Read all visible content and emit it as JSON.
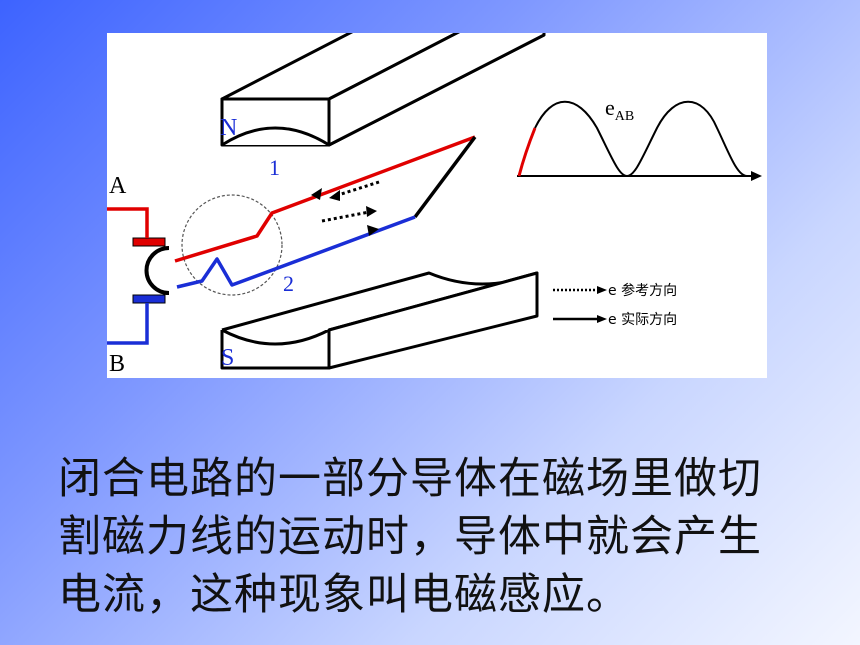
{
  "figure": {
    "label_n": "N",
    "label_s": "S",
    "label_a": "A",
    "label_b": "B",
    "label_1": "1",
    "label_2": "2",
    "wave_title": "e",
    "wave_sub": "AB",
    "legend_ref": "e 参考方向",
    "legend_act": "e 实际方向",
    "colors": {
      "red": "#e00000",
      "blue": "#1a2ed6",
      "black": "#000000"
    }
  },
  "caption": {
    "lines": [
      "闭合电路的一部分导体在磁场里做切",
      "割磁力线的运动时，导体中就会产生",
      "电流，这种现象叫电磁感应。"
    ]
  }
}
